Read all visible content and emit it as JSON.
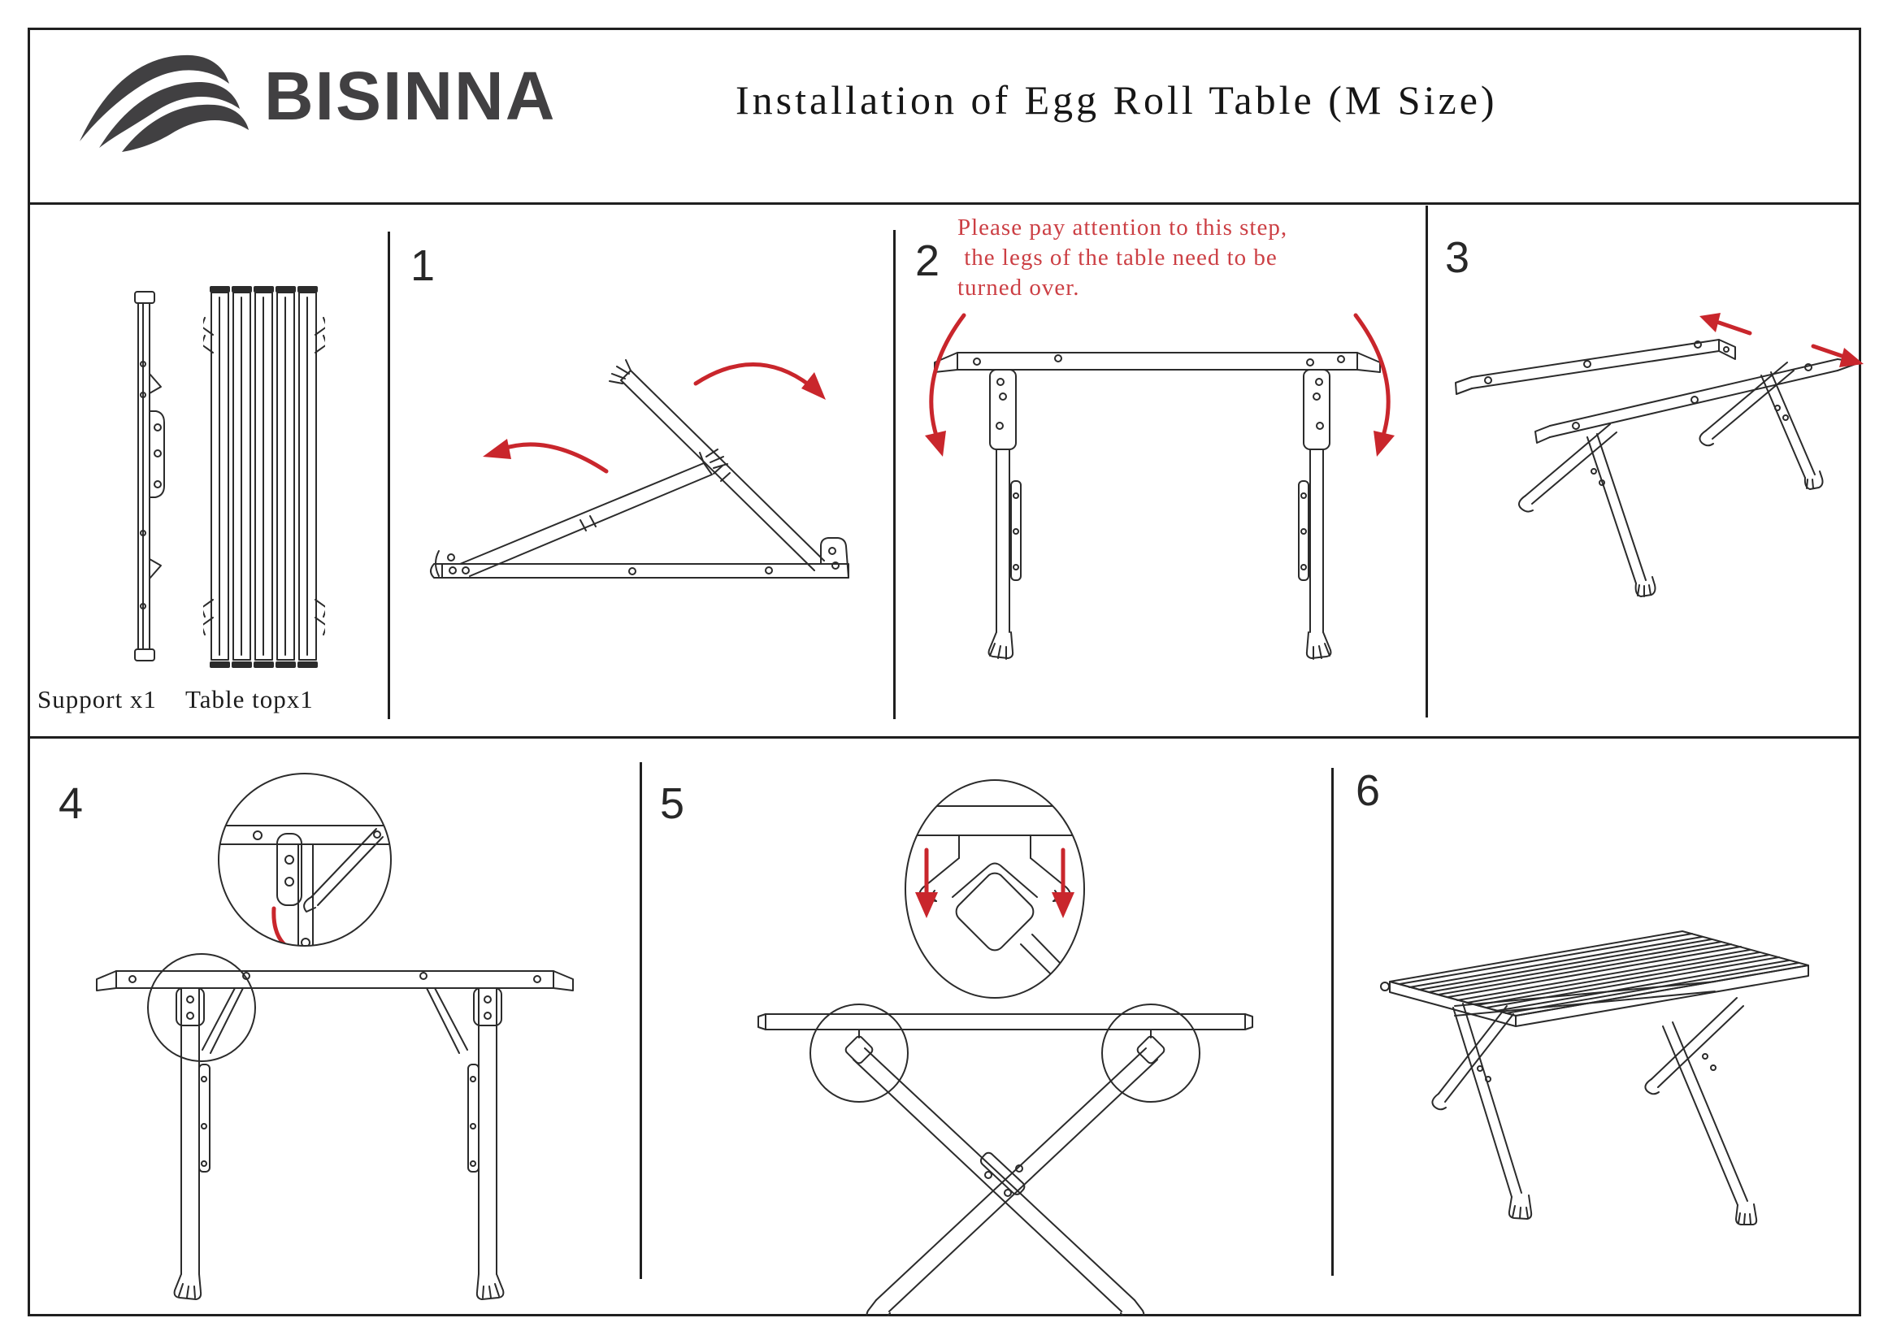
{
  "page": {
    "brand": "BISINNA",
    "title": "Installation of Egg Roll Table (M Size)"
  },
  "colors": {
    "ink": "#2b2b2b",
    "frame": "#1f1f1f",
    "accent_red": "#c9262c",
    "warning_red": "#cc3f44",
    "logo_gray": "#414042"
  },
  "parts": {
    "support_label": "Support x1",
    "tabletop_label": "Table topx1"
  },
  "steps": [
    {
      "number": "1"
    },
    {
      "number": "2",
      "warning_lines": [
        "Please pay attention to this step,",
        " the legs of the table need to be",
        "turned over."
      ]
    },
    {
      "number": "3"
    },
    {
      "number": "4"
    },
    {
      "number": "5"
    },
    {
      "number": "6"
    }
  ]
}
